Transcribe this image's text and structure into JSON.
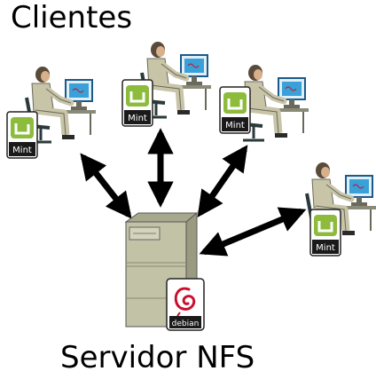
{
  "diagram": {
    "clients_title": "Clientes",
    "server_title": "Servidor NFS",
    "client_badge": "Mint",
    "server_badge": "debian",
    "colors": {
      "mint_green": "#8dbb3c",
      "server_body": "#c2c2a6",
      "server_dark": "#a8a88e",
      "person_suit": "#c8c4a8",
      "monitor_blue": "#3aa0d8",
      "arrow": "#000000",
      "badge_bg": "#ffffff",
      "debian_red": "#c8102e"
    },
    "clients": [
      {
        "id": "client-1"
      },
      {
        "id": "client-2"
      },
      {
        "id": "client-3"
      },
      {
        "id": "client-4"
      }
    ],
    "links": [
      {
        "from": "client-1",
        "to": "server",
        "direction": "both"
      },
      {
        "from": "client-2",
        "to": "server",
        "direction": "both"
      },
      {
        "from": "client-3",
        "to": "server",
        "direction": "both"
      },
      {
        "from": "client-4",
        "to": "server",
        "direction": "both"
      }
    ]
  }
}
